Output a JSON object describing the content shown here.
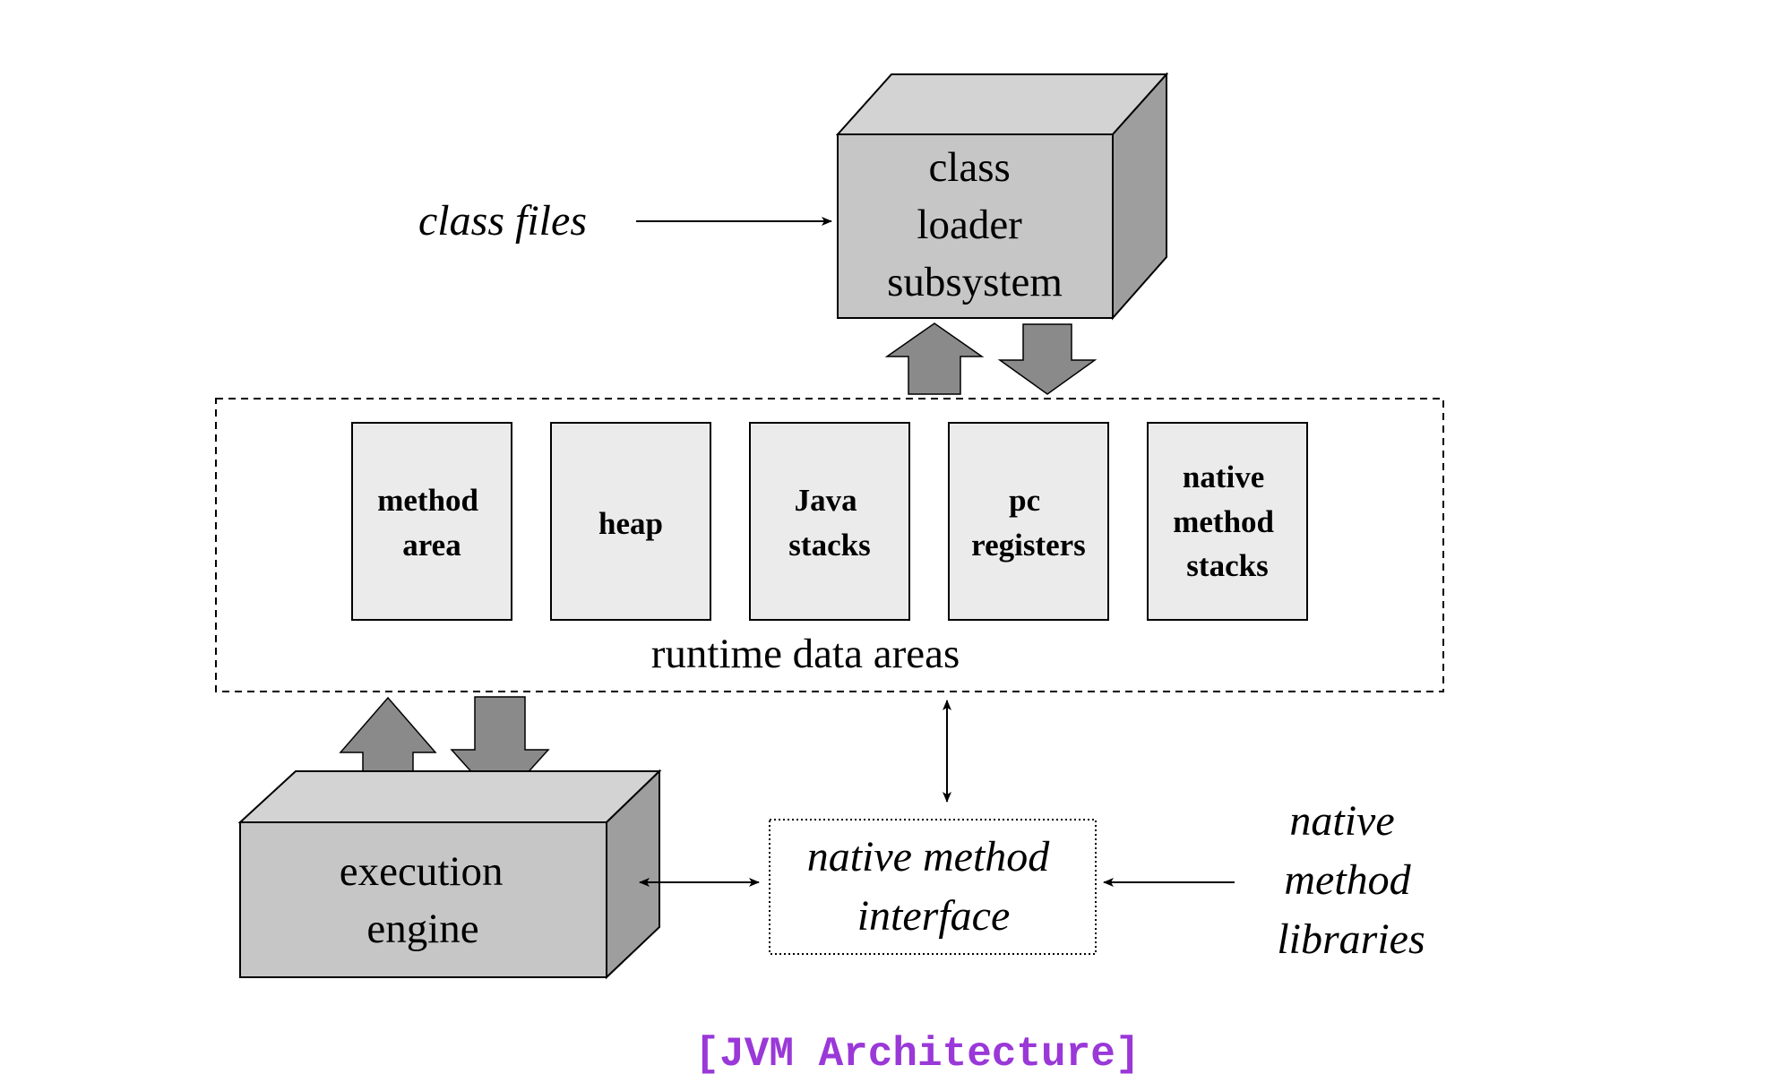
{
  "inputs": {
    "class_files": "class files",
    "native_libraries": [
      "native",
      "method",
      "libraries"
    ]
  },
  "class_loader": {
    "lines": [
      "class",
      "loader",
      "subsystem"
    ]
  },
  "runtime": {
    "title": "runtime data areas",
    "areas": [
      {
        "lines": [
          "method",
          "area"
        ]
      },
      {
        "lines": [
          "heap"
        ]
      },
      {
        "lines": [
          "Java",
          "stacks"
        ]
      },
      {
        "lines": [
          "pc",
          "registers"
        ]
      },
      {
        "lines": [
          "native",
          "method",
          "stacks"
        ]
      }
    ]
  },
  "execution_engine": {
    "lines": [
      "execution",
      "engine"
    ]
  },
  "native_interface": {
    "lines": [
      "native method",
      "interface"
    ]
  },
  "caption": "[JVM Architecture]",
  "colors": {
    "box_front": "#c6c6c6",
    "box_top": "#d3d3d3",
    "box_side": "#9e9e9e",
    "area_fill": "#ebebeb",
    "flow_arrow": "#8a8a8a",
    "caption": "#9a38d8"
  }
}
